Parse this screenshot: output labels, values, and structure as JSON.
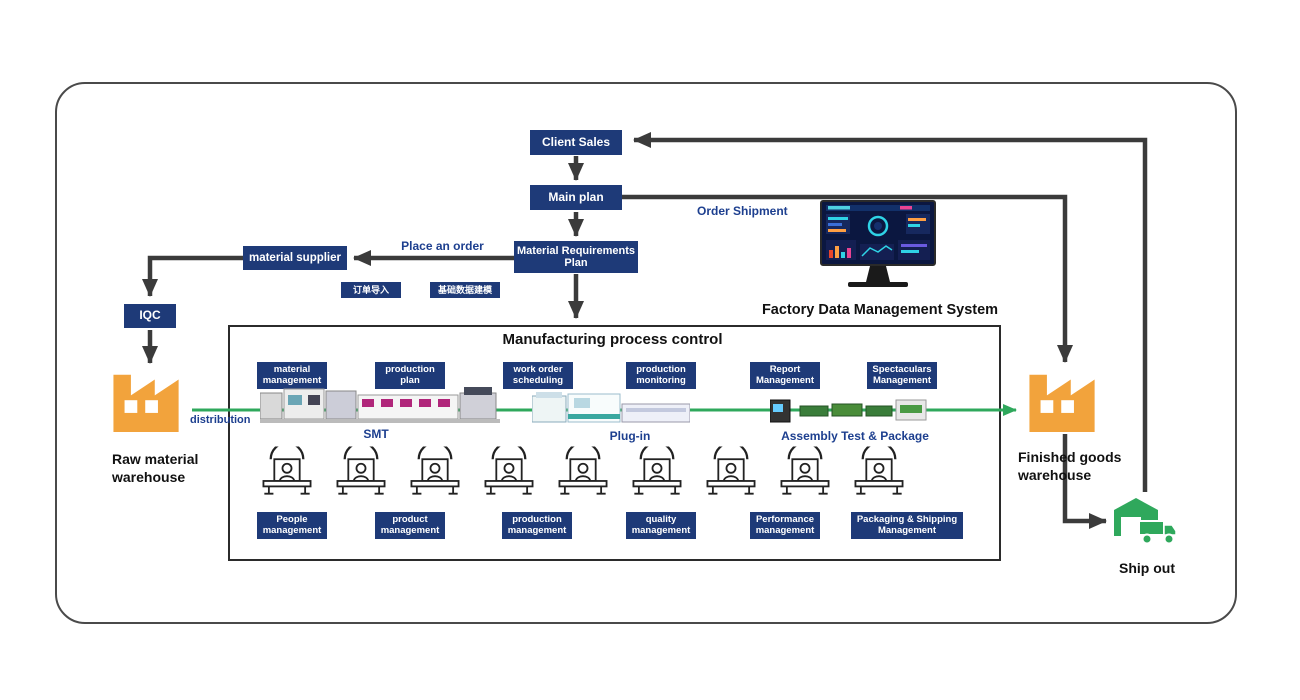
{
  "flow": {
    "client_sales": "Client Sales",
    "main_plan": "Main plan",
    "mrp": "Material Requirements Plan",
    "material_supplier": "material supplier",
    "iqc": "IQC",
    "order_import": "订单导入",
    "base_data_modeling": "基础数据建模",
    "place_an_order": "Place an order",
    "order_shipment": "Order Shipment",
    "factory_system": "Factory Data Management System",
    "distribution": "distribution"
  },
  "mfg": {
    "title": "Manufacturing process control",
    "top": [
      "material management",
      "production plan",
      "work order scheduling",
      "production monitoring",
      "Report Management",
      "Spectaculars Management"
    ],
    "bottom": [
      "People management",
      "product management",
      "production management",
      "quality management",
      "Performance management",
      "Packaging & Shipping Management"
    ],
    "lines": [
      "SMT",
      "Plug-in",
      "Assembly Test & Package"
    ]
  },
  "warehouses": {
    "raw": "Raw material warehouse",
    "finished": "Finished goods warehouse",
    "ship_out": "Ship out"
  },
  "colors": {
    "navy_box": "#1e3a78",
    "blue_label_text": "#1d3f8f",
    "arrow": "#3b3b3b",
    "flow_green": "#2fa85c",
    "factory_orange": "#f2a33c"
  }
}
